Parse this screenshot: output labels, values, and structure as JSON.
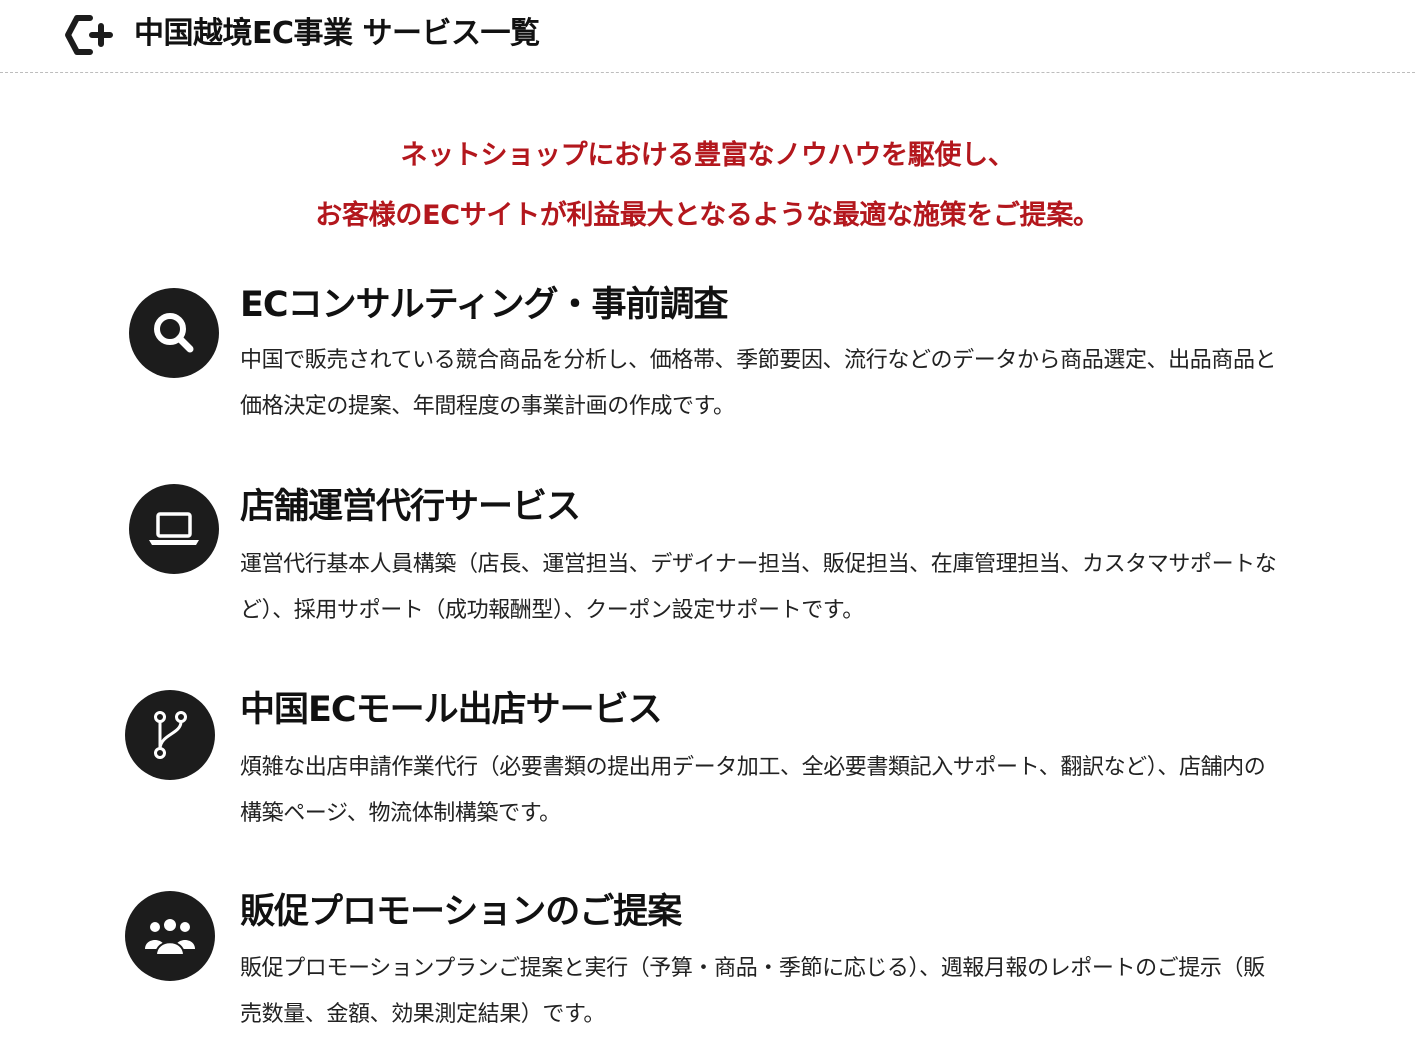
{
  "header": {
    "logo_icon": "c-plus-logo-icon",
    "title": "中国越境EC事業 サービス一覧"
  },
  "tagline": {
    "line1": "ネットショップにおける豊富なノウハウを駆使し、",
    "line2": "お客様のECサイトが利益最大となるような最適な施策をご提案。",
    "color": "#b3171d"
  },
  "services": [
    {
      "icon": "search-icon",
      "title": "ECコンサルティング・事前調査",
      "description": "中国で販売されている競合商品を分析し、価格帯、季節要因、流行などのデータから商品選定、出品商品と価格決定の提案、年間程度の事業計画の作成です。"
    },
    {
      "icon": "laptop-icon",
      "title": "店舗運営代行サービス",
      "description": "運営代行基本人員構築（店長、運営担当、デザイナー担当、販促担当、在庫管理担当、カスタマサポートなど）、採用サポート（成功報酬型）、クーポン設定サポートです。"
    },
    {
      "icon": "branch-icon",
      "title": "中国ECモール出店サービス",
      "description": "煩雑な出店申請作業代行（必要書類の提出用データ加工、全必要書類記入サポート、翻訳など）、店舗内の構築ページ、物流体制構築です。"
    },
    {
      "icon": "users-icon",
      "title": "販促プロモーションのご提案",
      "description": "販促プロモーションプランご提案と実行（予算・商品・季節に応じる）、週報月報のレポートのご提示（販売数量、金額、効果測定結果）です。"
    }
  ]
}
